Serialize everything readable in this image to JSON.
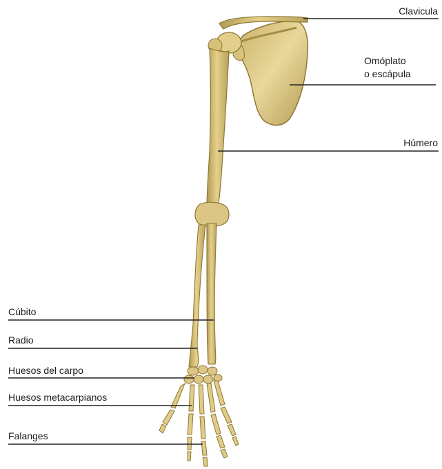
{
  "colors": {
    "bone": "#d9c27a",
    "bone_shadow": "#a8914a",
    "bone_highlight": "#f0e2a8",
    "leader_line": "#222222"
  },
  "labels": {
    "clavicula": "Clavicula",
    "omoplato_line1": "Omóplato",
    "omoplato_line2": "o escápula",
    "humero": "Húmero",
    "cubito": "Cúbito",
    "radio": "Radio",
    "huesos_carpo": "Huesos del carpo",
    "huesos_metacarpianos": "Huesos metacarpianos",
    "falanges": "Falanges"
  }
}
